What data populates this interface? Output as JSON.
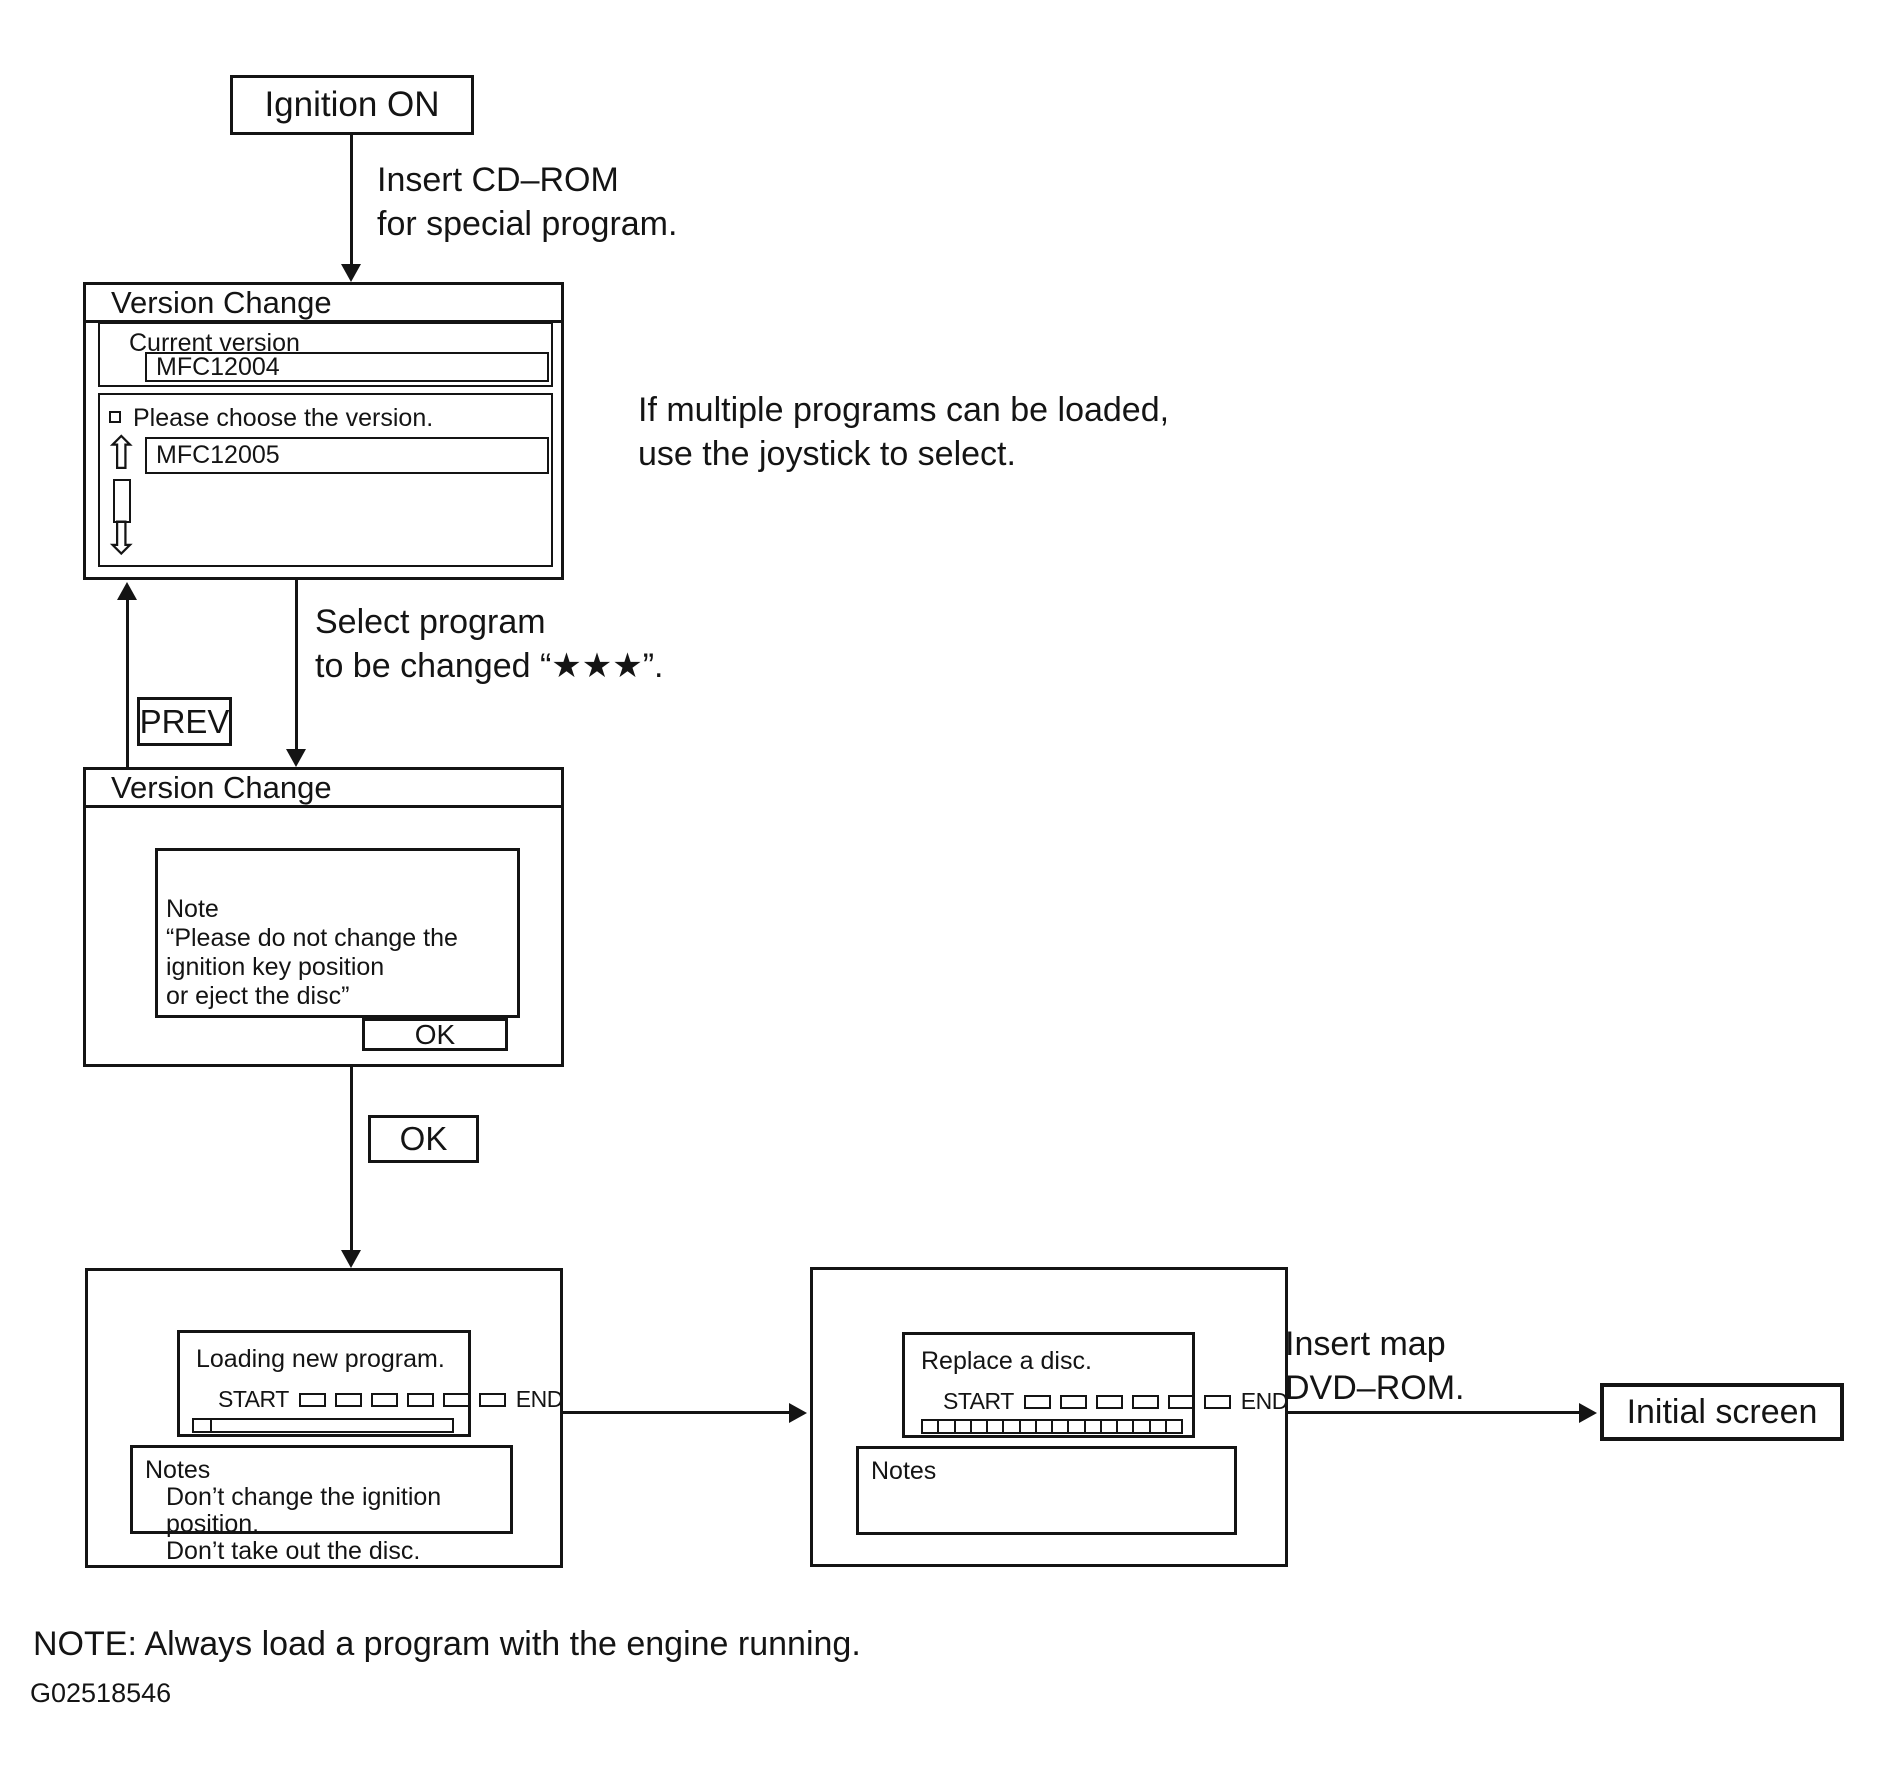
{
  "flow": {
    "ignition_label": "Ignition ON",
    "insert_cdrom_note": "Insert CD–ROM\nfor special program.",
    "joystick_note": "If multiple programs can be loaded,\nuse the joystick to select.",
    "select_program_note": "Select program\nto be changed “★★★”.",
    "prev_label": "PREV",
    "ok_label": "OK",
    "insert_dvd_note": "Insert map\nDVD–ROM.",
    "initial_screen_label": "Initial screen",
    "bottom_note": "NOTE: Always load a program with the engine running.",
    "figure_id": "G02518546"
  },
  "version_select_window": {
    "title": "Version Change",
    "current_version_label": "Current version",
    "current_version_value": "MFC12004",
    "choose_version_prompt": "Please choose the version.",
    "new_version_value": "MFC12005",
    "scroll_up_icon": "⇧",
    "scroll_down_icon": "⇩"
  },
  "version_note_window": {
    "title": "Version Change",
    "note_text": "Note\n“Please do not change the ignition key position\nor eject the disc”",
    "ok_button_label": "OK"
  },
  "loading_window": {
    "message": "Loading new program.",
    "start_label": "START",
    "end_label": "END",
    "progress_cells": 6,
    "notes_title": "Notes",
    "notes_text": "Don’t change the ignition position.\nDon’t take out the disc."
  },
  "replace_window": {
    "message": "Replace a disc.",
    "start_label": "START",
    "end_label": "END",
    "progress_cells": 6,
    "bar_segments": 16,
    "notes_title": "Notes"
  }
}
